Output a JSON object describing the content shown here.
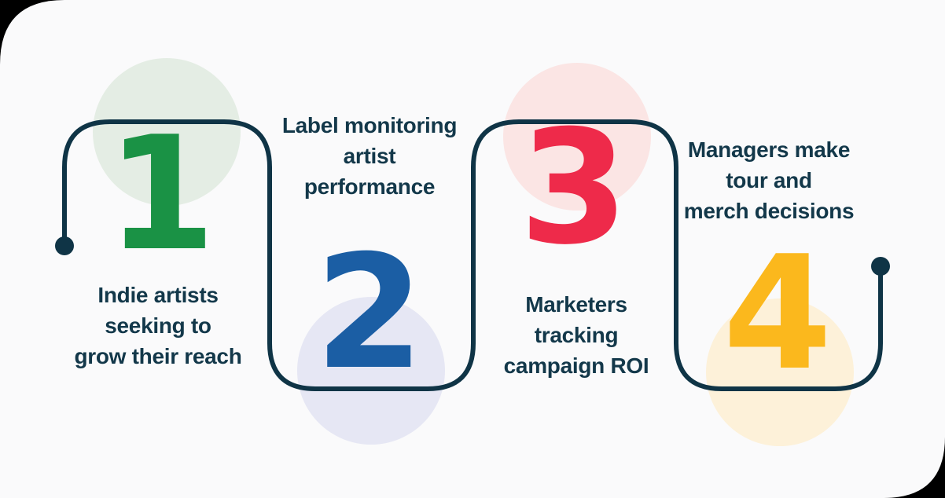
{
  "colors": {
    "panel": "#fafafb",
    "path": "#0f3446",
    "text": "#13384a"
  },
  "steps": [
    {
      "number": "1",
      "color": "#1a9245",
      "circle_color": "#e4ede4",
      "lines": [
        "Indie artists",
        "seeking to",
        "grow their reach"
      ]
    },
    {
      "number": "2",
      "color": "#1b5ea4",
      "circle_color": "#e6e7f4",
      "lines": [
        "Label monitoring",
        "artist",
        "performance"
      ]
    },
    {
      "number": "3",
      "color": "#ee2a4a",
      "circle_color": "#fbe5e4",
      "lines": [
        "Marketers",
        "tracking",
        "campaign ROI"
      ]
    },
    {
      "number": "4",
      "color": "#fbb81d",
      "circle_color": "#fdf1d9",
      "lines": [
        "Managers make",
        "tour and",
        "merch decisions"
      ]
    }
  ]
}
